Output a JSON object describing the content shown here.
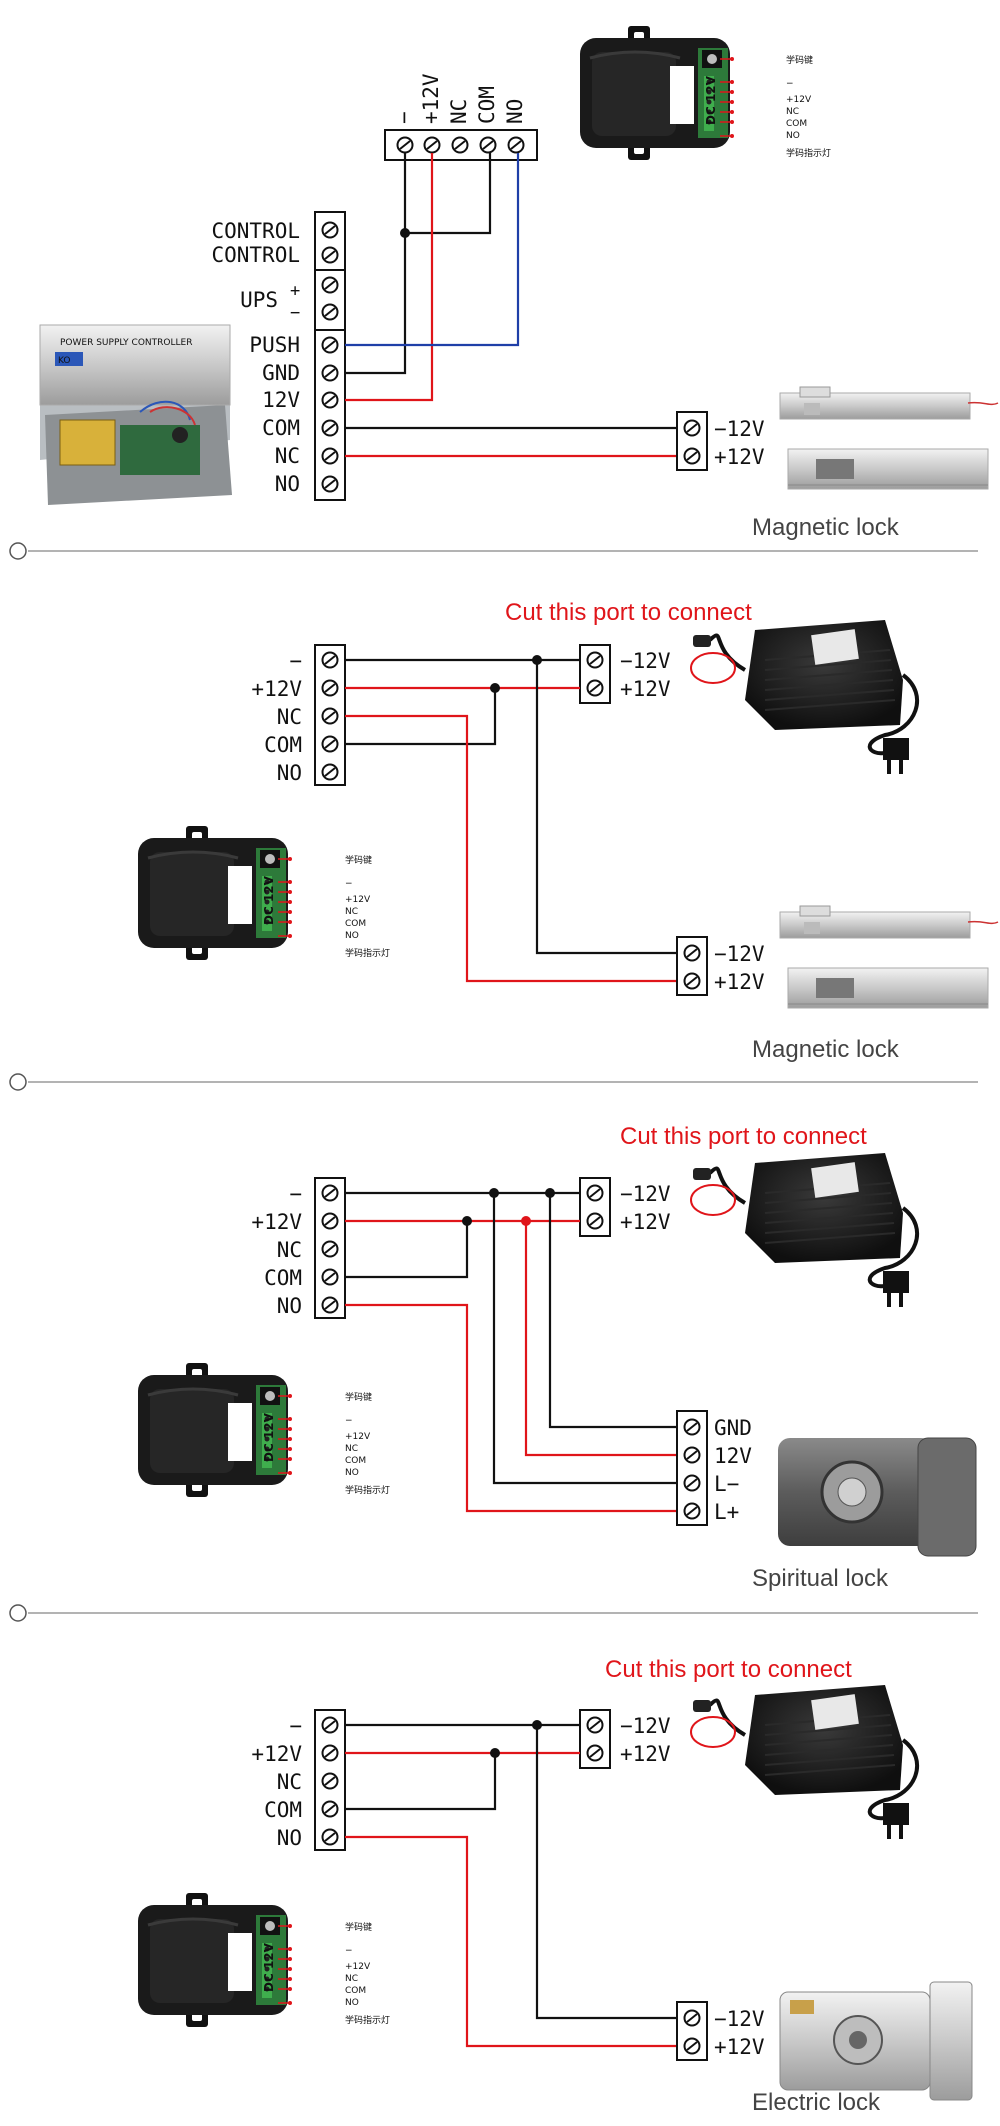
{
  "panel1": {
    "top_terminal_labels": [
      "−",
      "+12V",
      "NC",
      "COM",
      "NO"
    ],
    "psu_terminal_labels": [
      "CONTROL",
      "CONTROL",
      "UPS",
      "PUSH",
      "GND",
      "12V",
      "COM",
      "NC",
      "NO"
    ],
    "ups_plus": "+",
    "ups_minus": "−",
    "psu_box_title": "POWER SUPPLY CONTROLLER",
    "psu_brand": "KO",
    "lock_terminals": [
      "−12V",
      "+12V"
    ],
    "caption": "Magnetic lock"
  },
  "panel2": {
    "cut_label": "Cut this port to connect",
    "controller_labels": [
      "−",
      "+12V",
      "NC",
      "COM",
      "NO"
    ],
    "adapter_terminals": [
      "−12V",
      "+12V"
    ],
    "lock_terminals": [
      "−12V",
      "+12V"
    ],
    "caption": "Magnetic lock"
  },
  "panel3": {
    "cut_label": "Cut this port to connect",
    "controller_labels": [
      "−",
      "+12V",
      "NC",
      "COM",
      "NO"
    ],
    "adapter_terminals": [
      "−12V",
      "+12V"
    ],
    "lock_terminals": [
      "GND",
      "12V",
      "L−",
      "L+"
    ],
    "caption": "Spiritual lock"
  },
  "panel4": {
    "cut_label": "Cut this port to connect",
    "controller_labels": [
      "−",
      "+12V",
      "NC",
      "COM",
      "NO"
    ],
    "adapter_terminals": [
      "−12V",
      "+12V"
    ],
    "lock_terminals": [
      "−12V",
      "+12V"
    ],
    "caption": "Electric lock"
  },
  "module": {
    "dc_label": "DC 12V",
    "pin_labels": [
      "学码键",
      "−",
      "+12V",
      "NC",
      "COM",
      "NO",
      "学码指示灯"
    ]
  },
  "colors": {
    "red_wire": "#e0151a",
    "blue_wire": "#1f3fa8",
    "black_wire": "#111111",
    "divider": "#9a9a9a"
  }
}
